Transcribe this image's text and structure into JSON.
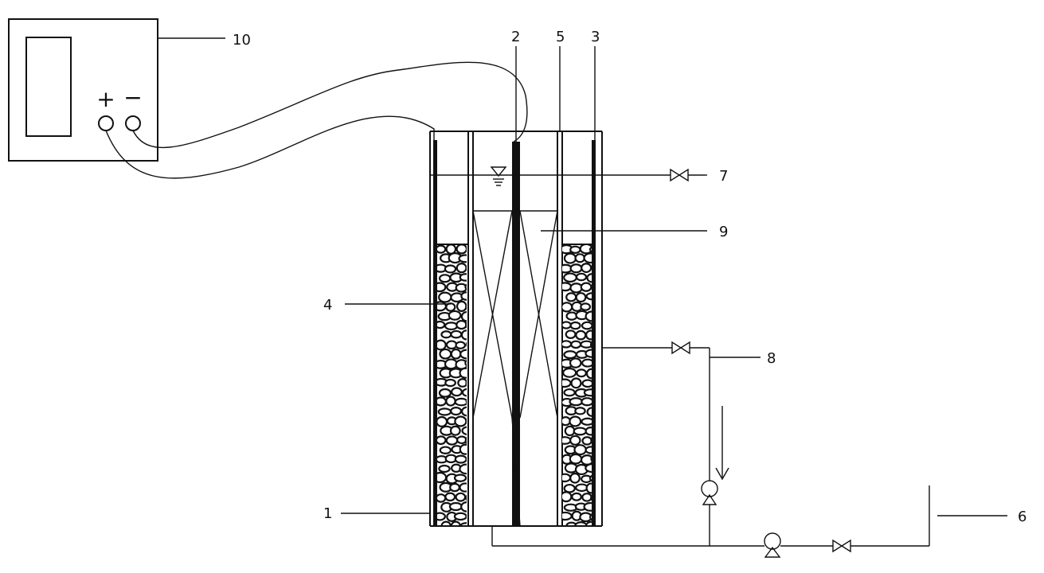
{
  "power_supply": {
    "plus_symbol": "+",
    "minus_symbol": "−"
  },
  "labels": {
    "l1": "1",
    "l2": "2",
    "l3": "3",
    "l4": "4",
    "l5": "5",
    "l6": "6",
    "l7": "7",
    "l8": "8",
    "l9": "9",
    "l10": "10"
  },
  "icons": {
    "water_level": "water-level-icon",
    "valve": "valve-icon",
    "pump": "pump-icon",
    "flow_arrow": "arrow-down-icon"
  },
  "colors": {
    "line": "#111111",
    "background": "#ffffff"
  }
}
